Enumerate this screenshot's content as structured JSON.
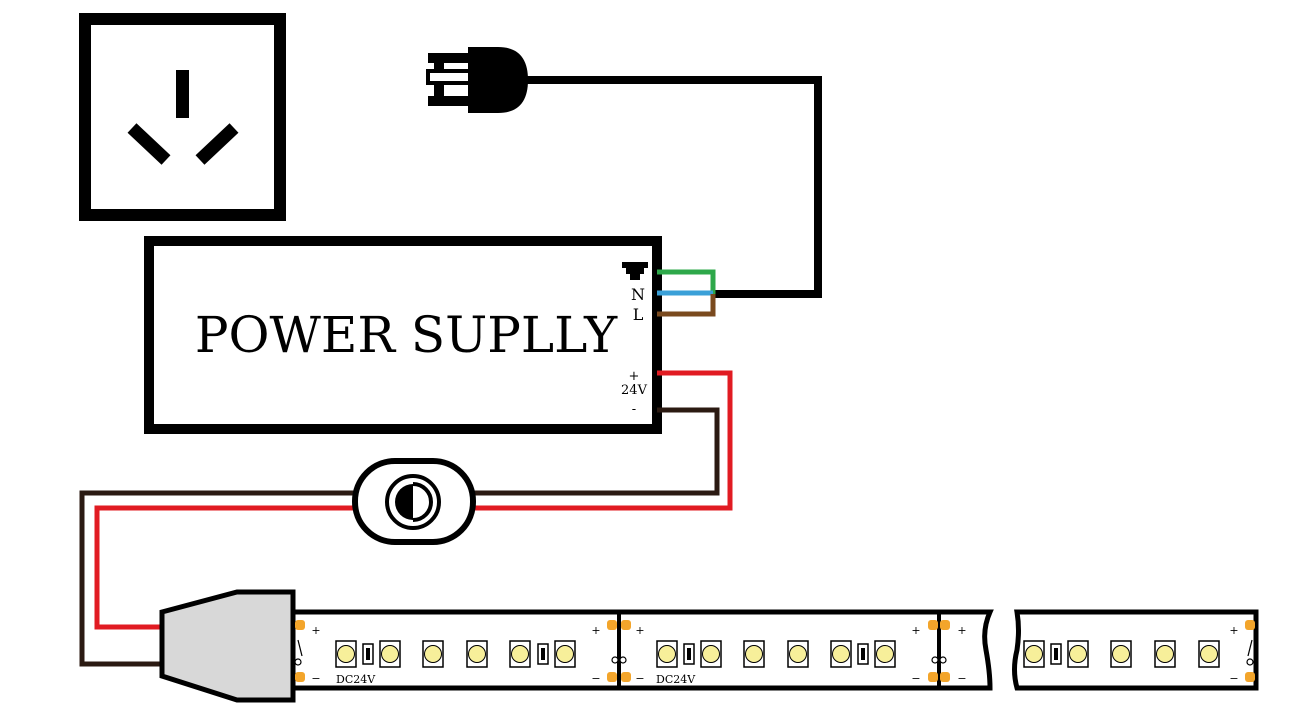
{
  "power_supply": {
    "title": "POWER SUPLLY",
    "terminal_n": "N",
    "terminal_l": "L",
    "out_plus": "+",
    "out_voltage": "24V",
    "out_minus": "-"
  },
  "strip": {
    "voltage_label": "DC24V",
    "plus": "+",
    "minus": "−"
  },
  "colors": {
    "ground_wire": "#2ea84a",
    "neutral_wire": "#3aa0d8",
    "live_wire": "#7a4a1e",
    "positive_wire": "#e11b22",
    "negative_wire": "#2b1a12",
    "led": "#f7ef9a",
    "pad": "#f3a52b",
    "connector": "#d8d8d8"
  }
}
